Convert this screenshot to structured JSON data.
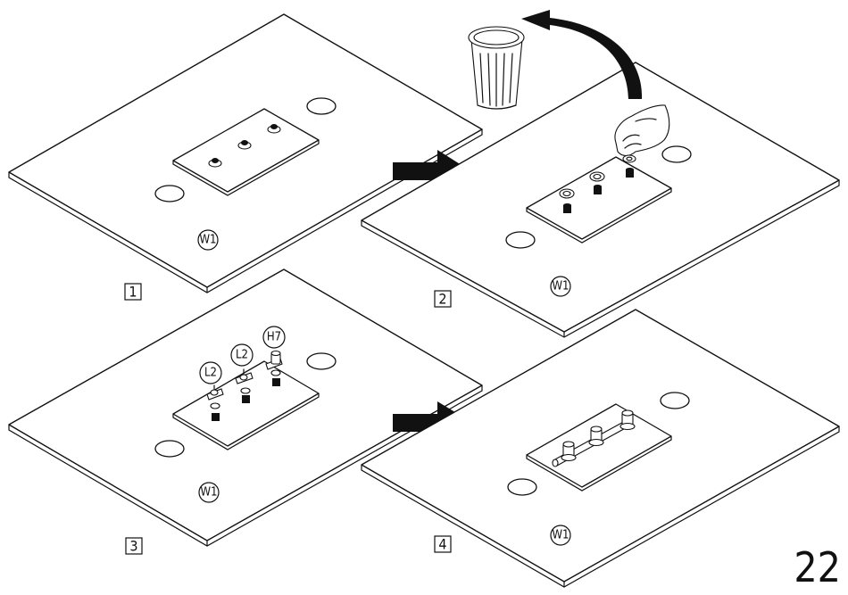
{
  "page_number": "22",
  "steps": [
    {
      "number": "1",
      "board_tag": "W1"
    },
    {
      "number": "2",
      "board_tag": "W1"
    },
    {
      "number": "3",
      "board_tag": "W1",
      "part_tags": [
        "L2",
        "L2",
        "H7"
      ]
    },
    {
      "number": "4",
      "board_tag": "W1"
    }
  ]
}
